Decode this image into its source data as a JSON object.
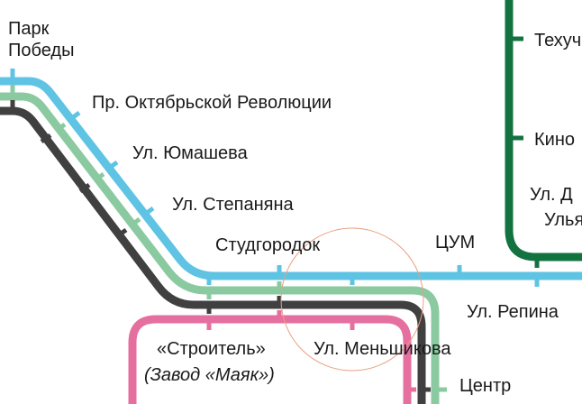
{
  "colors": {
    "blue_line": "#5fc3e4",
    "light_green_line": "#8bcaa0",
    "black_line": "#404040",
    "pink_line": "#e56f9e",
    "dark_green_line": "#137340",
    "highlight_circle": "#e8a083"
  },
  "stations": {
    "park_pobedy_1": "Парк",
    "park_pobedy_2": "Победы",
    "oktyabrskoy": "Пр. Октябрьской Революции",
    "yumasheva": "Ул. Юмашева",
    "stepanyana": "Ул. Степаняна",
    "studgorodok": "Студгородок",
    "tsum": "ЦУМ",
    "repina": "Ул. Репина",
    "stroitel": "«Строитель»",
    "zavod_mayak": "(Завод «Маяк»)",
    "menshikova": "Ул. Меньшикова",
    "tsentr": "Центр",
    "tehuch": "Техуч",
    "kino": "Кино",
    "ul_d": "Ул. Д",
    "ulya": "Улья"
  }
}
